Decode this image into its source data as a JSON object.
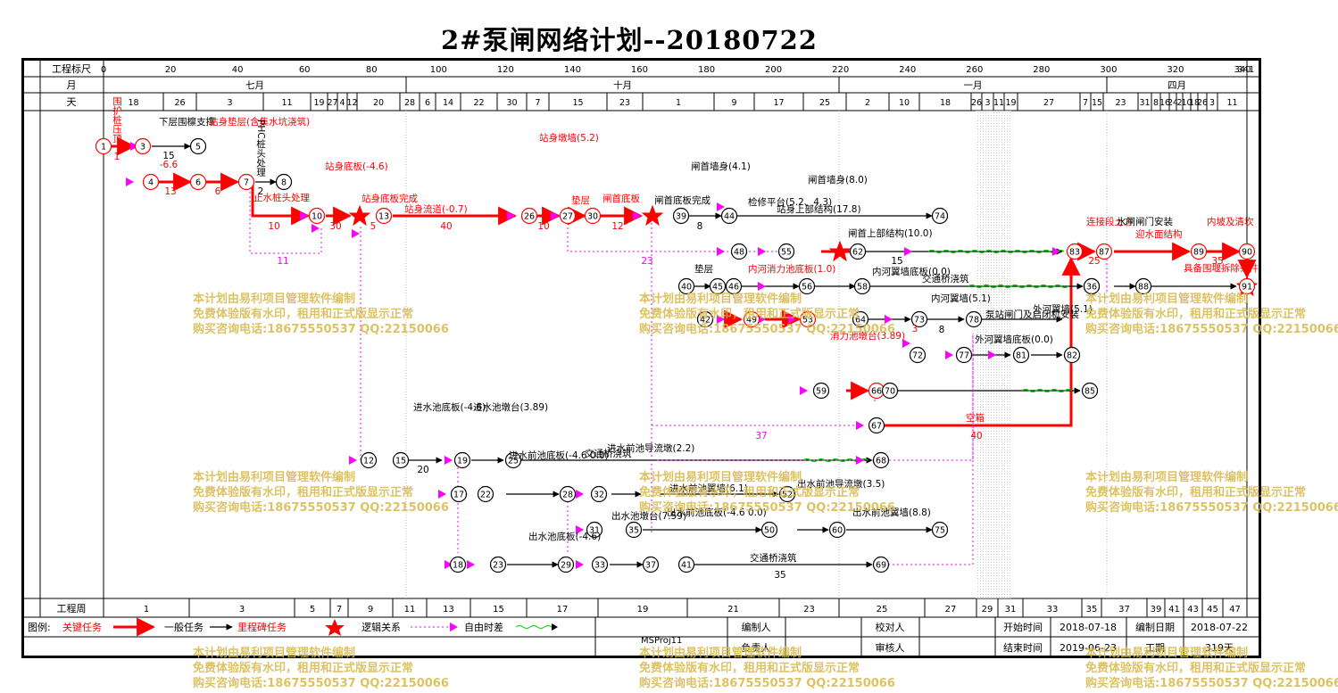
{
  "title": "2#泵闸网络计划--20180722",
  "header": {
    "scale_label": "工程标尺",
    "month_label": "月",
    "day_label": "天",
    "week_label": "工程周",
    "scale_ticks": [
      "0",
      "20",
      "40",
      "60",
      "80",
      "100",
      "120",
      "140",
      "160",
      "180",
      "200",
      "220",
      "240",
      "260",
      "280",
      "300",
      "320",
      "340",
      "341"
    ],
    "months": [
      "七月",
      "十月",
      "一月",
      "四月"
    ],
    "days": [
      "18",
      "26",
      "3",
      "11",
      "19",
      "27",
      "4",
      "12",
      "20",
      "28",
      "6",
      "14",
      "22",
      "30",
      "7",
      "15",
      "23",
      "1",
      "9",
      "17",
      "25",
      "2",
      "10",
      "18",
      "26",
      "3",
      "11",
      "19",
      "27",
      "7",
      "15",
      "23",
      "31",
      "8",
      "16",
      "24",
      "2",
      "10",
      "18",
      "26",
      "3",
      "11"
    ],
    "weeks": [
      "1",
      "3",
      "5",
      "7",
      "9",
      "11",
      "13",
      "15",
      "17",
      "19",
      "21",
      "23",
      "25",
      "27",
      "29",
      "31",
      "33",
      "35",
      "37",
      "39",
      "41",
      "43",
      "45",
      "47"
    ]
  },
  "legend": {
    "label": "图例:",
    "critical": "关键任务",
    "normal": "一般任务",
    "milestone": "里程碑任务",
    "logic": "逻辑关系",
    "float": "自由时差",
    "critical_color": "#ff0000",
    "float_color": "#00cc00",
    "logic_color": "#ff00ff"
  },
  "footer": {
    "software": "MSProj11",
    "editor_label": "编制人",
    "owner_label": "负责人",
    "checker_label": "校对人",
    "reviewer_label": "审核人",
    "start_label": "开始时间",
    "start_value": "2018-07-18",
    "end_label": "结束时间",
    "end_value": "2019-06-23",
    "date_label": "编制日期",
    "date_value": "2018-07-22",
    "duration_label": "工期",
    "duration_value": "319天"
  },
  "watermark": {
    "line1": "本计划由易利项目管理软件编制",
    "line2": "免费体验版有水印，租用和正式版显示正常",
    "line3": "购买咨询电话:18675550537 QQ:22150066"
  },
  "nodes": [
    "1",
    "3",
    "5",
    "4",
    "6",
    "7",
    "8",
    "10",
    "13",
    "26",
    "27",
    "30",
    "39",
    "44",
    "74",
    "48",
    "55",
    "62",
    "83",
    "87",
    "89",
    "90",
    "40",
    "45",
    "46",
    "56",
    "58",
    "36",
    "88",
    "91",
    "42",
    "49",
    "53",
    "64",
    "73",
    "78",
    "81",
    "72",
    "77",
    "82",
    "59",
    "66",
    "70",
    "85",
    "67",
    "12",
    "15",
    "19",
    "25",
    "68",
    "17",
    "22",
    "28",
    "32",
    "36",
    "52",
    "31",
    "35",
    "50",
    "60",
    "75",
    "18",
    "23",
    "29",
    "33",
    "37",
    "41",
    "69"
  ],
  "tasks": {
    "t01": "围护桩压顶",
    "t02": "1",
    "t03": "下层围檩支撑",
    "t04": "15",
    "t05": "-6.6",
    "t06": "13",
    "t07": "站身垫层(含集水坑浇筑)",
    "t08": "6",
    "t09": "PHC桩头处理",
    "t10": "2",
    "t11": "止水桩头处理",
    "t12": "10",
    "t13": "站身底板(-4.6)",
    "t14": "30",
    "t15": "站身底板完成",
    "t16": "5",
    "t17": "站身流道(-0.7)",
    "t18": "40",
    "t19": "站身墩墙(5.2)",
    "t20": "10",
    "t21": "垫层",
    "t22": "闸首底板",
    "t23": "12",
    "t24": "闸首底板完成",
    "t25": "闸首墙身(4.1)",
    "t26": "8",
    "t27": "检修平台(5.2、4.3)",
    "t28": "站身上部结构(17.8)",
    "t29": "闸首墙身(8.0)",
    "t30": "闸首上部结构(10.0)",
    "t31": "15",
    "t32": "连接段土方",
    "t33": "25",
    "t34": "水闸闸门安装",
    "t35": "迎水面结构",
    "t36": "内坡及清坎",
    "t37": "35",
    "t38": "具备围堰拆除条件",
    "t39": "11",
    "t40": "23",
    "t41": "垫层",
    "t42": "内河消力池底板(1.0)",
    "t43": "内河翼墙底板(0.0)",
    "t44": "交通桥浇筑",
    "t45": "内河翼墙(5.1)",
    "t46": "泵站闸门及启闭机安装",
    "t47": "外河翼墙(5.1)",
    "t48": "外河翼墙底板(0.0)",
    "t49": "消力池墩台(3.89)",
    "t50": "空箱",
    "t51": "37",
    "t52": "40",
    "t53": "进水池底板(-4.6)",
    "t54": "进水池墩台(3.89)",
    "t55": "20",
    "t56": "进水前池底板(-4.6 0.0)",
    "t57": "交通桥浇筑",
    "t58": "进水前池翼墙(6.1)",
    "t59": "进水前池导流墩(2.2)",
    "t60": "出水池底板(-4.6)",
    "t61": "出水池墩台(7.59)",
    "t62": "出水前池底板(-4.6 0.0)",
    "t63": "出水前池导流墩(3.5)",
    "t64": "出水前池翼墙(8.8)",
    "t65": "交通桥浇筑",
    "t66": "35",
    "t67": "8",
    "t68": "3"
  }
}
